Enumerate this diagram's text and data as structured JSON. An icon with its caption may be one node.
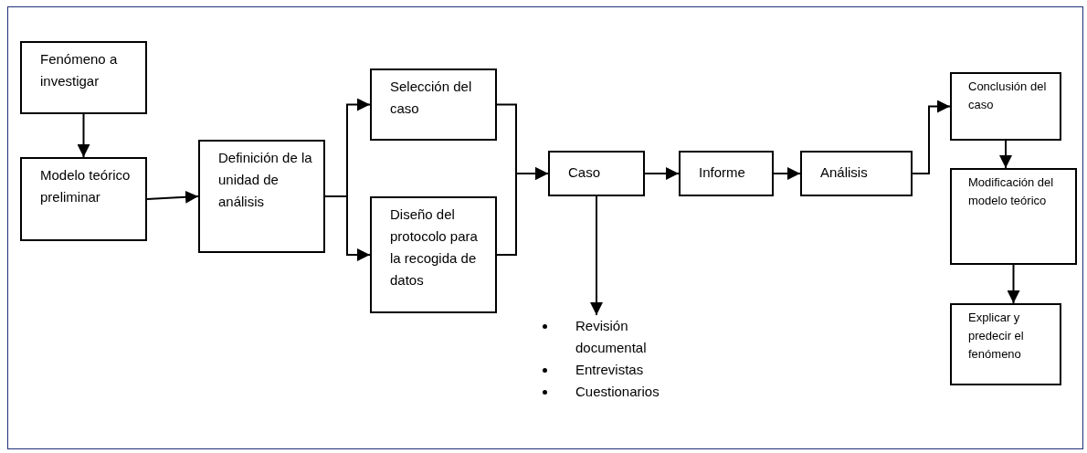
{
  "diagram": {
    "nodes": [
      {
        "text": [
          "Fenómeno a investigar"
        ]
      },
      {
        "text": [
          "Modelo teórico preliminar"
        ]
      },
      {
        "text": [
          "Definición de la unidad de análisis"
        ]
      },
      {
        "text": [
          "Selección del caso"
        ]
      },
      {
        "text": [
          "Diseño del protocolo para la recogida de datos"
        ]
      },
      {
        "text": [
          "Caso"
        ]
      },
      {
        "text": [
          "Informe"
        ]
      },
      {
        "text": [
          "Análisis"
        ]
      },
      {
        "text": [
          "Conclusión del caso"
        ]
      },
      {
        "text": [
          "Modificación del modelo teórico"
        ]
      },
      {
        "text": [
          "Explicar y predecir el fenómeno"
        ]
      },
      {
        "text": [
          "Revisión documental",
          "Entrevistas",
          "Cuestionarios"
        ]
      }
    ],
    "edges": [
      {
        "from": 0,
        "to": 1,
        "arrow": "to"
      },
      {
        "from": 1,
        "to": 2,
        "arrow": "to"
      },
      {
        "from": 2,
        "to": 3,
        "arrow": "to"
      },
      {
        "from": 2,
        "to": 4,
        "arrow": "to"
      },
      {
        "from": 3,
        "to": 5,
        "arrow": "to"
      },
      {
        "from": 4,
        "to": 5,
        "arrow": "to"
      },
      {
        "from": 5,
        "to": 6,
        "arrow": "to"
      },
      {
        "from": 6,
        "to": 7,
        "arrow": "to"
      },
      {
        "from": 7,
        "to": 8,
        "arrow": "to"
      },
      {
        "from": 8,
        "to": 9,
        "arrow": "to"
      },
      {
        "from": 9,
        "to": 10,
        "arrow": "to"
      },
      {
        "from": 5,
        "to": 11,
        "arrow": "to"
      }
    ]
  }
}
